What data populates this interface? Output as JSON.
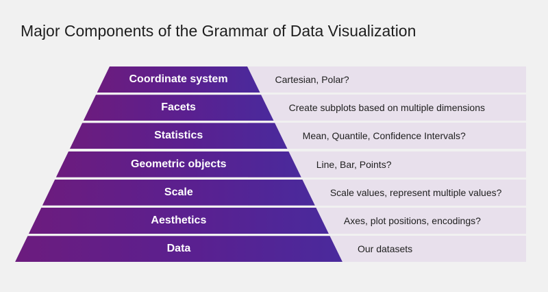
{
  "title": "Major Components of the Grammar of Data Visualization",
  "colors": {
    "layer_fill_left": "#6c1c7e",
    "layer_fill_right": "#4a2a9c",
    "band_fill": "#e8e0ec",
    "background": "#f1f1f1"
  },
  "layers": [
    {
      "label": "Coordinate system",
      "description": "Cartesian, Polar?"
    },
    {
      "label": "Facets",
      "description": "Create subplots based on multiple dimensions"
    },
    {
      "label": "Statistics",
      "description": "Mean, Quantile, Confidence Intervals?"
    },
    {
      "label": "Geometric objects",
      "description": "Line, Bar, Points?"
    },
    {
      "label": "Scale",
      "description": "Scale values, represent multiple values?"
    },
    {
      "label": "Aesthetics",
      "description": "Axes, plot positions, encodings?"
    },
    {
      "label": "Data",
      "description": "Our datasets"
    }
  ]
}
